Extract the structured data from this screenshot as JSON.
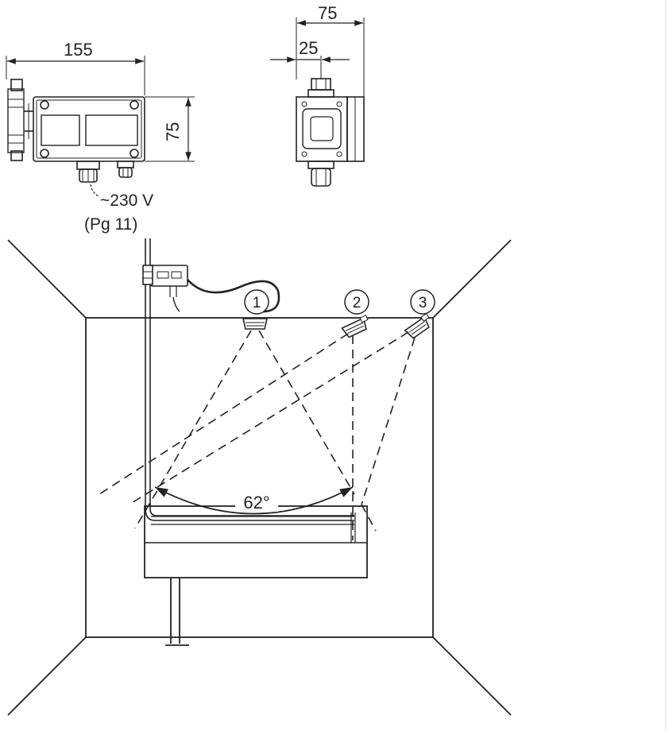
{
  "top_view": {
    "width_dim": "155",
    "height_dim": "75"
  },
  "side_view": {
    "width_dim": "75",
    "offset_dim": "25"
  },
  "supply": {
    "voltage": "~230 V",
    "gland": "(Pg 11)"
  },
  "markers": [
    "1",
    "2",
    "3"
  ],
  "angle": "62°"
}
